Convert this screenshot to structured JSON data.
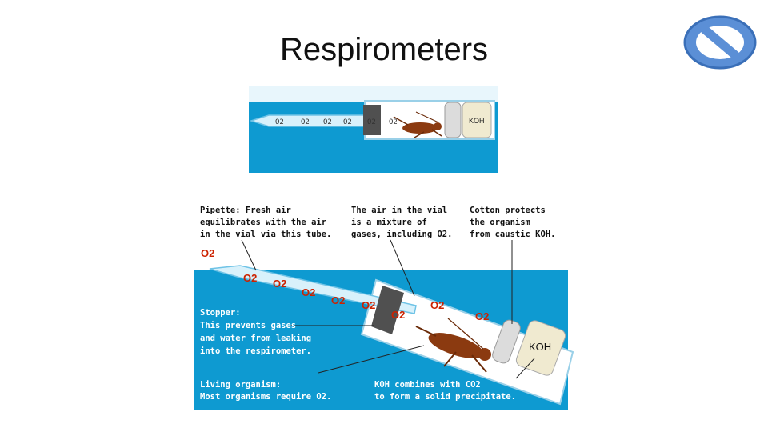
{
  "slide": {
    "title": "Respirometers"
  },
  "nav": {
    "icon": "no-entry-icon"
  },
  "top_figure": {
    "o2_labels": [
      "O2",
      "O2",
      "O2",
      "O2",
      "O2",
      "O2"
    ],
    "koh_label": "KOH"
  },
  "bottom_figure": {
    "callouts": {
      "pipette": [
        "Pipette: Fresh air",
        "equilibrates with the air",
        "in the vial via this tube."
      ],
      "vial_air": [
        "The air in the vial",
        "is a mixture of",
        "gases, including O2."
      ],
      "cotton": [
        "Cotton protects",
        "the organism",
        "from caustic KOH."
      ],
      "stopper": [
        "Stopper:",
        "This prevents gases",
        "and water from leaking",
        "into the respirometer."
      ],
      "organism": [
        "Living organism:",
        "Most organisms require O2."
      ],
      "koh_combines": [
        "KOH combines with CO2",
        "to form a solid precipitate."
      ]
    },
    "o2_labels": [
      "O2",
      "O2",
      "O2",
      "O2",
      "O2",
      "O2",
      "O2",
      "O2",
      "O2"
    ],
    "koh_label": "KOH"
  },
  "colors": {
    "water": "#0e9ad1",
    "water_light": "#bfe6f6",
    "o2_red": "#cc2200",
    "stopper": "#505050",
    "cricket": "#8b3a10",
    "cotton": "#f0ead0"
  }
}
